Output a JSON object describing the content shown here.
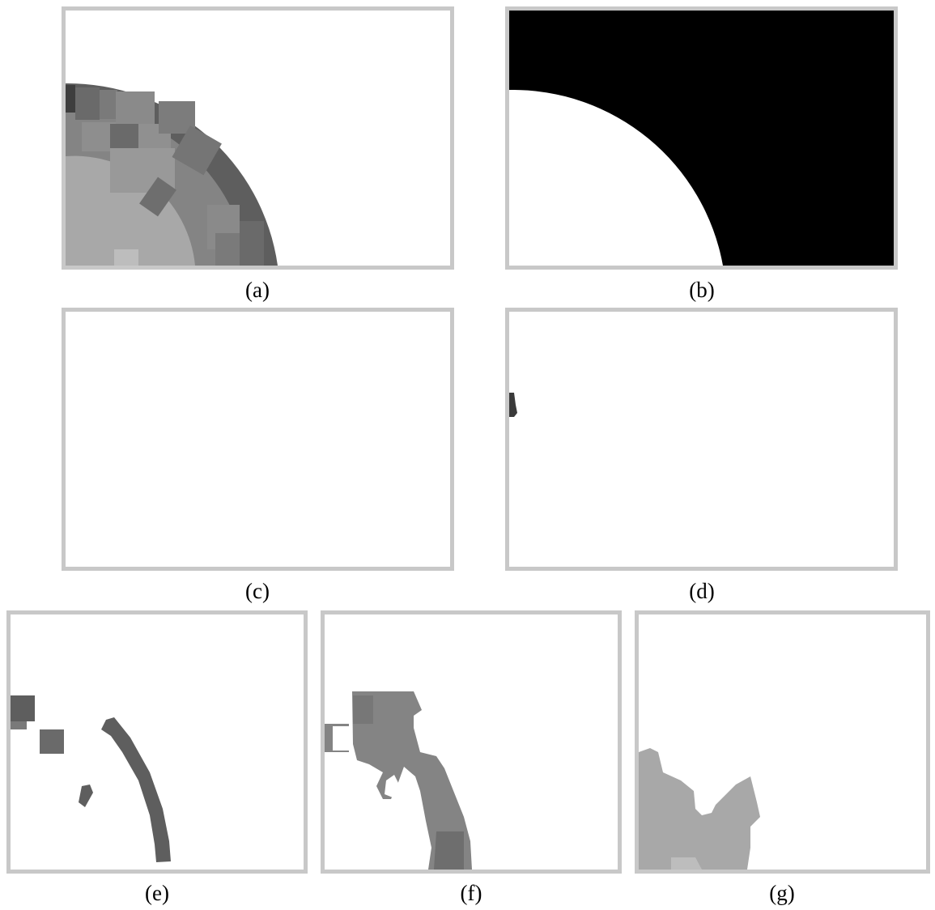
{
  "figure": {
    "panels": [
      {
        "id": "a",
        "caption": "(a)",
        "description": "quarter-disc segmentation with grey blocks"
      },
      {
        "id": "b",
        "caption": "(b)",
        "description": "binary mask: white quarter disc on black"
      },
      {
        "id": "c",
        "caption": "(c)",
        "description": "empty panel"
      },
      {
        "id": "d",
        "caption": "(d)",
        "description": "tiny dark fragment at left edge"
      },
      {
        "id": "e",
        "caption": "(e)",
        "description": "dark outer ring fragments"
      },
      {
        "id": "f",
        "caption": "(f)",
        "description": "medium grey ring fragments"
      },
      {
        "id": "g",
        "caption": "(g)",
        "description": "light grey inner region"
      }
    ],
    "colors": {
      "frame": "#c8c8c8",
      "dark": "#5e5e5e",
      "darker": "#4a4a4a",
      "medium": "#848484",
      "light": "#a8a8a8",
      "lighter": "#bdbdbd",
      "mask_fg": "#ffffff",
      "mask_bg": "#000000"
    }
  }
}
